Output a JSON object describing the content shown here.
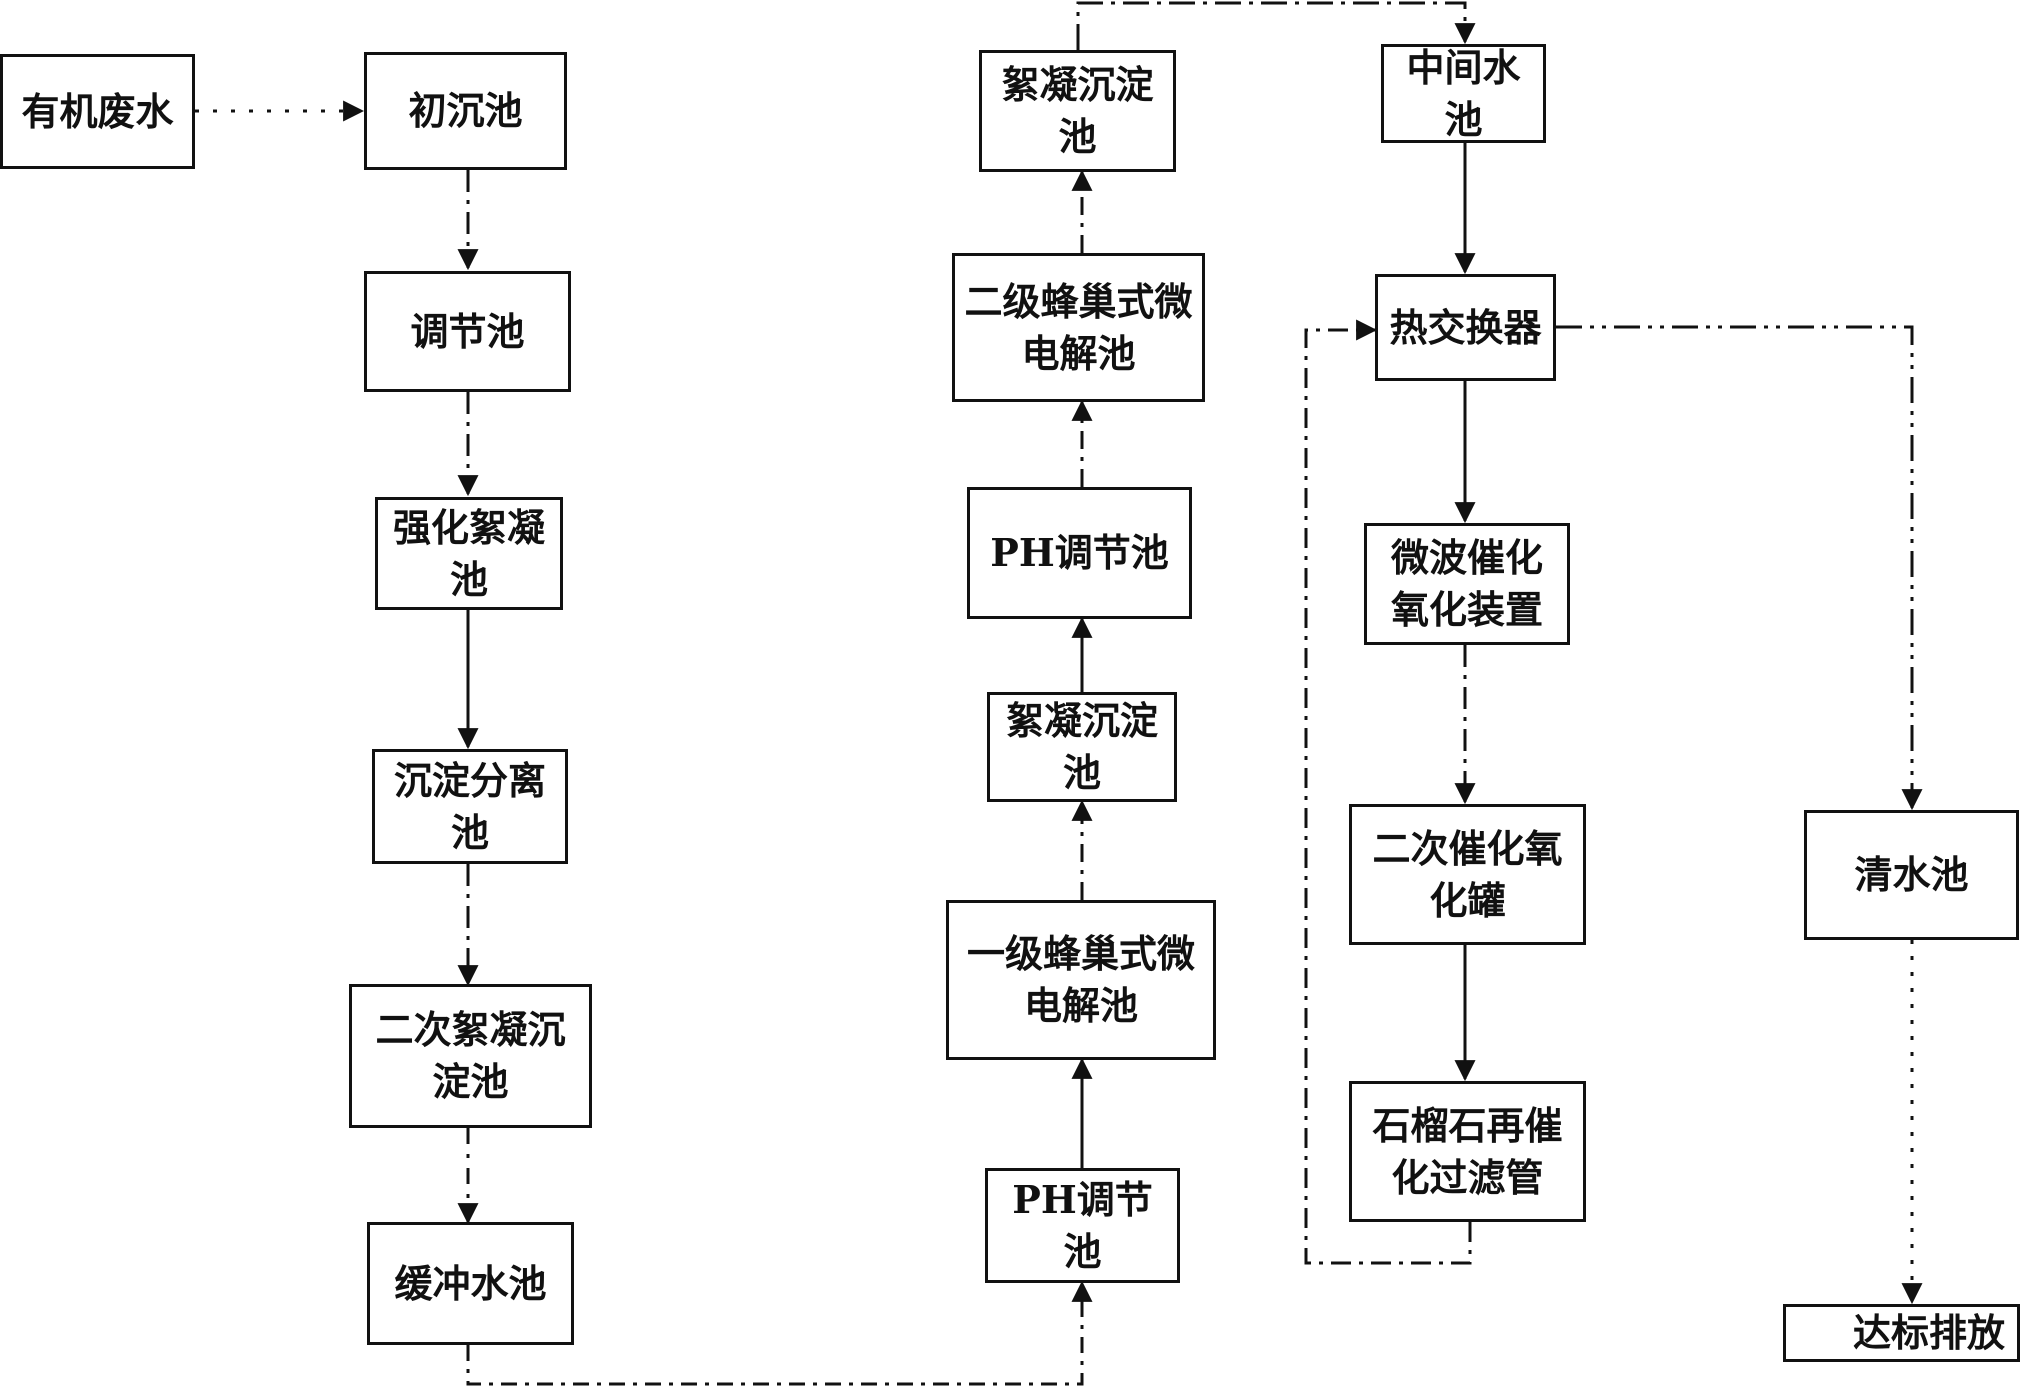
{
  "nodes": {
    "wastewater": "有机废水",
    "primary_sed": "初沉池",
    "adjust": "调节池",
    "enh_floc": "强化絮凝池",
    "sed_sep": "沉淀分离池",
    "second_floc": "二次絮凝沉淀池",
    "buffer": "缓冲水池",
    "ph1": "PH调节池",
    "micro1": "一级蜂巢式微电解池",
    "floc_sed1": "絮凝沉淀池",
    "ph2": "PH调节池",
    "micro2": "二级蜂巢式微电解池",
    "floc_sed2": "絮凝沉淀池",
    "intermediate": "中间水池",
    "heat_ex": "热交换器",
    "microwave": "微波催化氧化装置",
    "second_cat": "二次催化氧化罐",
    "garnet": "石榴石再催化过滤管",
    "clear": "清水池",
    "discharge": "达标排放"
  },
  "colors": {
    "line": "#111111",
    "box_fill": "#ffffff"
  }
}
